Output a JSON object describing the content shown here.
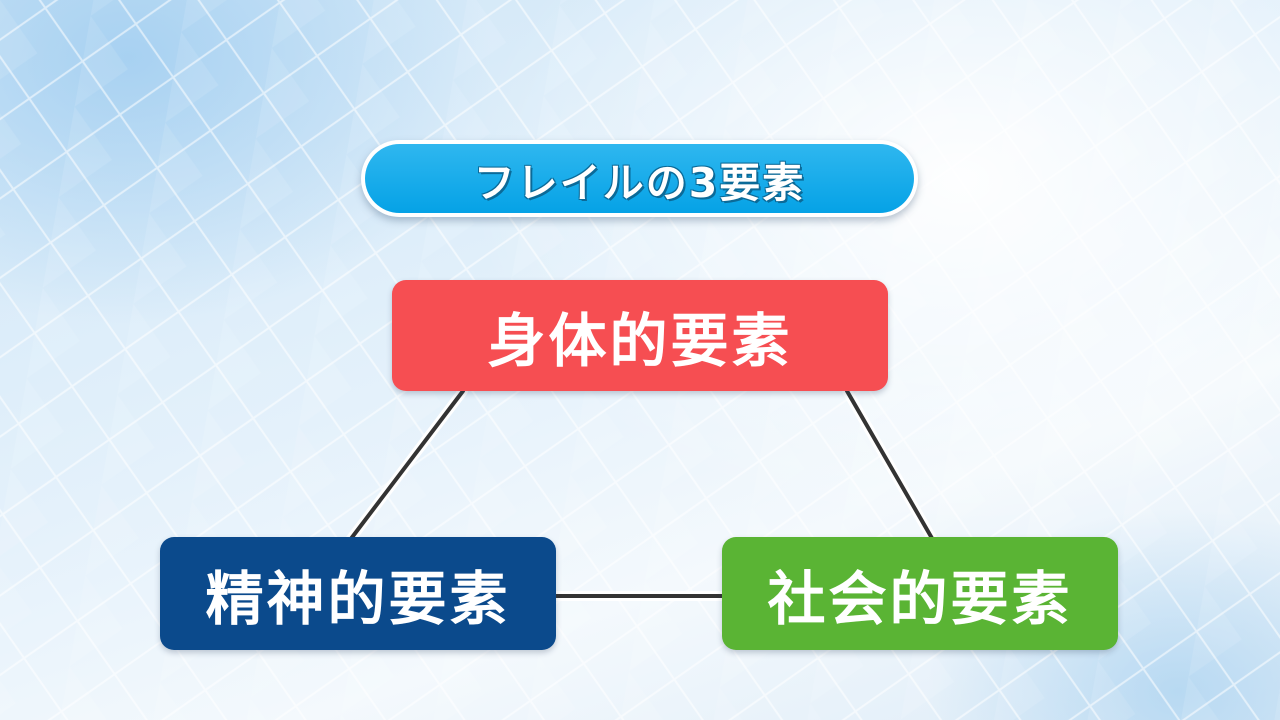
{
  "title": "フレイルの3要素",
  "nodes": {
    "physical": {
      "label": "身体的要素",
      "color": "#f64e52"
    },
    "mental": {
      "label": "精神的要素",
      "color": "#0b4a8c"
    },
    "social": {
      "label": "社会的要素",
      "color": "#5ab434"
    }
  },
  "colors": {
    "title_fill": "#05a2e6",
    "connector": "#333333"
  }
}
